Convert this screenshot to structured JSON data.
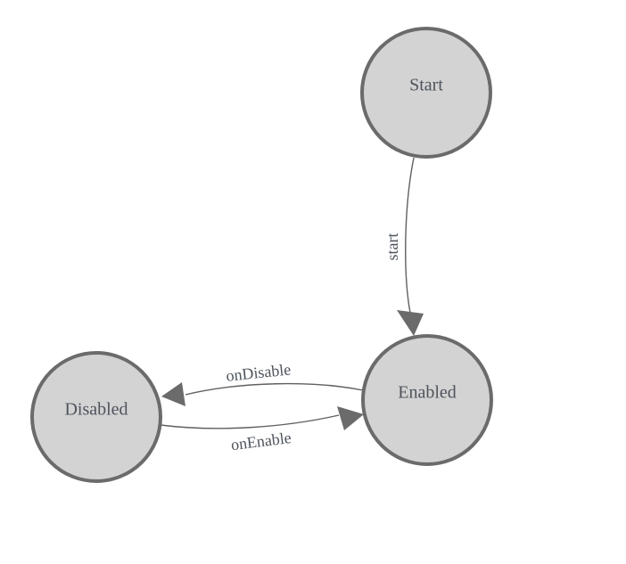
{
  "diagram": {
    "kind": "finite-state-machine",
    "background_color": "#ffffff",
    "colors": {
      "node_fill": "#d3d3d3",
      "node_stroke": "#6b6b6b",
      "edge_stroke": "#606060",
      "arrowhead_fill": "#6b6b6b",
      "label_text": "#4e545c"
    },
    "nodes": [
      {
        "id": "start",
        "label": "Start"
      },
      {
        "id": "enabled",
        "label": "Enabled"
      },
      {
        "id": "disabled",
        "label": "Disabled"
      }
    ],
    "edges": [
      {
        "from": "Start",
        "to": "Enabled",
        "label": "start"
      },
      {
        "from": "Enabled",
        "to": "Disabled",
        "label": "onDisable"
      },
      {
        "from": "Disabled",
        "to": "Enabled",
        "label": "onEnable"
      }
    ]
  }
}
